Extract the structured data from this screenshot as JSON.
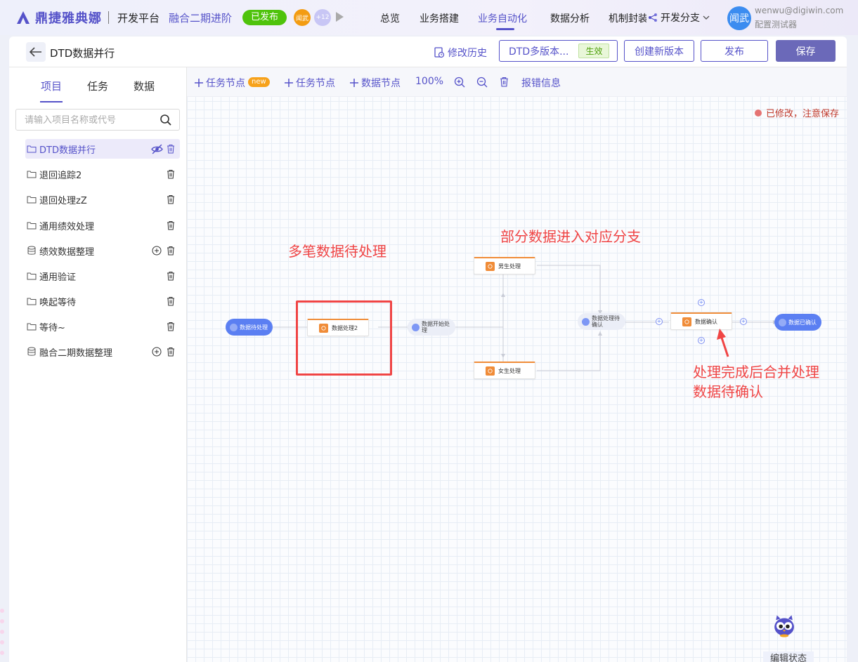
{
  "topbar": {
    "logo_text": "鼎捷雅典娜",
    "platform": "开发平台",
    "project_name": "融合二期进阶",
    "publish_status": "已发布",
    "collaborator": "闻武",
    "collaborator_more": "+12",
    "nav": [
      "总览",
      "业务搭建",
      "业务自动化",
      "数据分析",
      "机制封装"
    ],
    "active_nav": "业务自动化",
    "branch": "开发分支",
    "user_avatar": "闻武",
    "user_email": "wenwu@digiwin.com",
    "user_env": "配置测试器"
  },
  "header": {
    "title": "DTD数据并行",
    "history": "修改历史",
    "version_label": "DTD多版本...",
    "version_status": "生效",
    "create_version": "创建新版本",
    "publish": "发布",
    "save": "保存"
  },
  "sidebar": {
    "tabs": [
      "项目",
      "任务",
      "数据"
    ],
    "search_placeholder": "请输入项目名称或代号",
    "items": [
      {
        "label": "DTD数据并行",
        "icon": "folder-icon"
      },
      {
        "label": "退回追踪2",
        "icon": "folder-icon"
      },
      {
        "label": "退回处理zZ",
        "icon": "folder-icon"
      },
      {
        "label": "通用绩效处理",
        "icon": "folder-icon"
      },
      {
        "label": "绩效数据整理",
        "icon": "database-icon"
      },
      {
        "label": "通用验证",
        "icon": "folder-icon"
      },
      {
        "label": "唤起等待",
        "icon": "folder-icon"
      },
      {
        "label": "等待~",
        "icon": "folder-icon"
      },
      {
        "label": "融合二期数据整理",
        "icon": "database-icon"
      }
    ]
  },
  "toolbar": {
    "add_task_new": "任务节点",
    "new_badge": "new",
    "add_task": "任务节点",
    "add_data": "数据节点",
    "zoom": "100%",
    "error_info": "报错信息"
  },
  "canvas": {
    "modified_notice": "已修改，注意保存",
    "annotation_1": "多笔数据待处理",
    "annotation_2": "部分数据进入对应分支",
    "annotation_3_line1": "处理完成后合并处理",
    "annotation_3_line2": "数据待确认",
    "nodes": {
      "start": "数据待处理",
      "process2": "数据处理2",
      "begin": "数据开始处理",
      "male": "男生处理",
      "female": "女生处理",
      "merge": "数据处理待确认",
      "confirm": "数据确认",
      "done": "数据已确认"
    },
    "edit_status": "编辑状态"
  },
  "colors": {
    "brand": "#5552c9",
    "save_button": "#6b69b9",
    "published": "#4fc30c",
    "task_node_accent": "#f08c38",
    "data_node": "#5b7ff2",
    "annotation": "#f04545"
  }
}
